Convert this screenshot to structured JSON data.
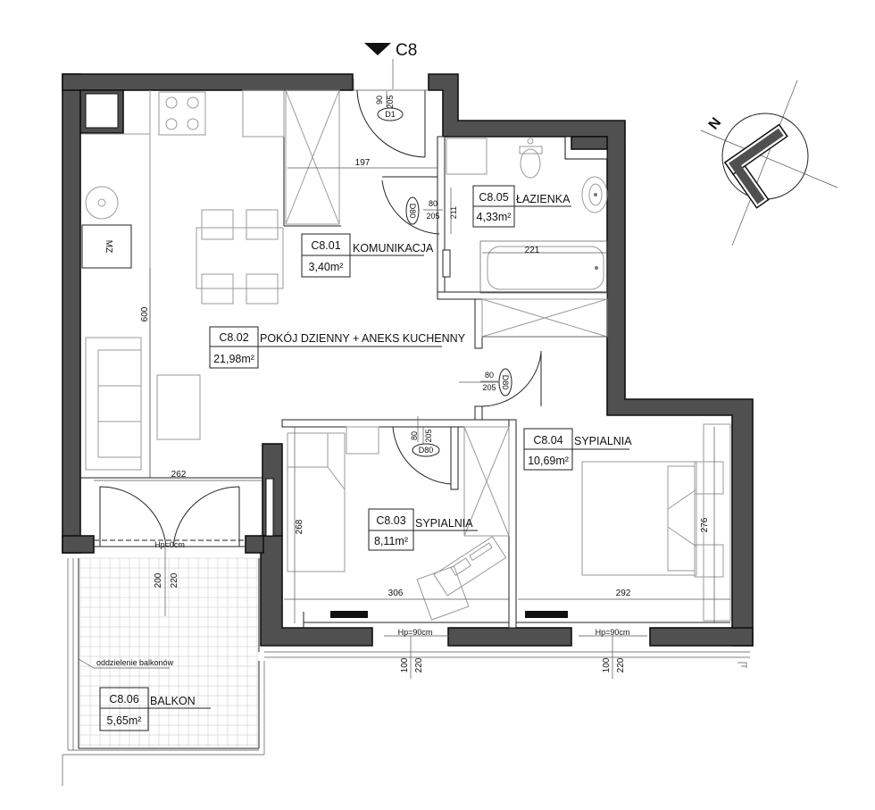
{
  "section_marker": "C8",
  "rooms": [
    {
      "code": "C8.01",
      "name": "KOMUNIKACJA",
      "area": "3,40m²"
    },
    {
      "code": "C8.02",
      "name": "POKÓJ DZIENNY + ANEKS KUCHENNY",
      "area": "21,98m²"
    },
    {
      "code": "C8.03",
      "name": "SYPIALNIA",
      "area": "8,11m²"
    },
    {
      "code": "C8.04",
      "name": "SYPIALNIA",
      "area": "10,69m²"
    },
    {
      "code": "C8.05",
      "name": "ŁAZIENKA",
      "area": "4,33m²"
    },
    {
      "code": "C8.06",
      "name": "BALKON",
      "area": "5,65m²"
    }
  ],
  "doors": [
    {
      "id": "D1",
      "width": "90",
      "height": "205"
    },
    {
      "id": "D80",
      "width": "80",
      "height": "205"
    },
    {
      "id": "D80",
      "width": "80",
      "height": "205"
    },
    {
      "id": "D80",
      "width": "80",
      "height": "205"
    }
  ],
  "dimensions": {
    "corridor_width": "197",
    "corridor_height": "211",
    "bath_length": "221",
    "living_height": "600",
    "living_width": "262",
    "bedroom3_height": "268",
    "bedroom3_width": "306",
    "bedroom4_width": "292",
    "bedroom4_height": "276"
  },
  "openings": [
    {
      "label": "Hp=0cm",
      "width": "200",
      "height": "220"
    },
    {
      "label": "Hp=90cm",
      "width": "100",
      "height": "220"
    },
    {
      "label": "Hp=90cm",
      "width": "100",
      "height": "220"
    }
  ],
  "fixtures": {
    "fridge_label": "MZ"
  },
  "balcony_note": "oddzielenie balkonów",
  "compass_letter": "N"
}
